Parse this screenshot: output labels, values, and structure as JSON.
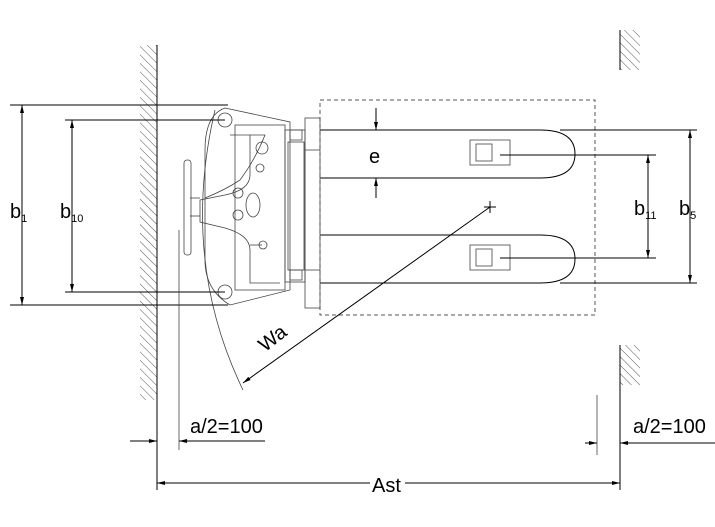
{
  "diagram": {
    "labels": {
      "b1": "b",
      "b1_sub": "1",
      "b10": "b",
      "b10_sub": "10",
      "b11": "b",
      "b11_sub": "11",
      "b5": "b",
      "b5_sub": "5",
      "e": "e",
      "wa": "Wa",
      "a2_left": "a/2=100",
      "a2_right": "a/2=100",
      "ast": "Ast"
    }
  }
}
